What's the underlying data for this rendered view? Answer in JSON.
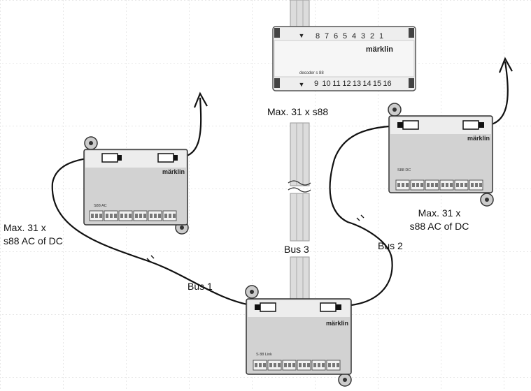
{
  "labels": {
    "max_top": "Max. 31 x s88",
    "max_left_1": "Max. 31 x",
    "max_left_2": "s88 AC of DC",
    "max_right_1": "Max. 31 x",
    "max_right_2": "s88 AC of DC",
    "bus1": "Bus 1",
    "bus2": "Bus 2",
    "bus3": "Bus 3"
  },
  "decoder": {
    "brand": "märklin",
    "model": "decoder s 88",
    "top_pins": [
      "8",
      "7",
      "6",
      "5",
      "4",
      "3",
      "2",
      "1"
    ],
    "bottom_pins": [
      "9",
      "10",
      "11",
      "12",
      "13",
      "14",
      "15",
      "16"
    ]
  },
  "modules": {
    "left": {
      "brand": "märklin",
      "model": "S88 AC"
    },
    "right": {
      "brand": "märklin",
      "model": "S88 DC"
    },
    "link": {
      "brand": "märklin",
      "model": "S 88 Link"
    }
  },
  "colors": {
    "module_fill": "#d2d2d2",
    "module_top": "#ededed",
    "decoder_fill": "#eeeeee",
    "cable": "#111111",
    "ribbon": "#dcdcdc",
    "grid": "#c8c8c8"
  }
}
